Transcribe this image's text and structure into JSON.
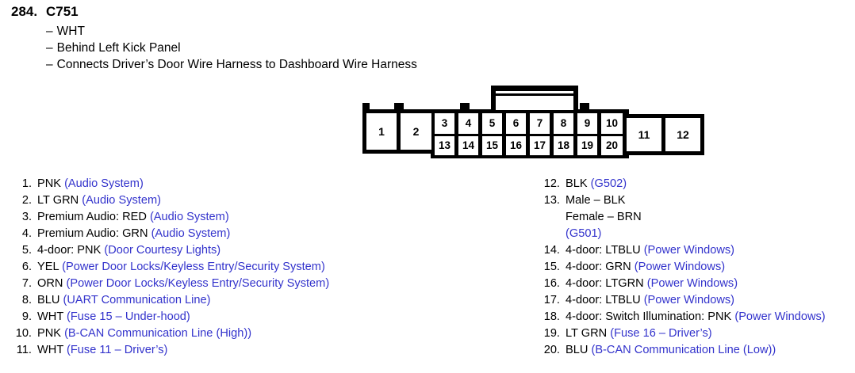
{
  "header": {
    "number": "284.",
    "title": "C751",
    "details": [
      "WHT",
      "Behind Left Kick Panel",
      "Connects Driver’s Door Wire Harness to Dashboard Wire Harness"
    ],
    "dash": "–"
  },
  "connector": {
    "top_row_labels": [
      "3",
      "4",
      "5",
      "6",
      "7",
      "8",
      "9",
      "10"
    ],
    "bottom_row_labels": [
      "13",
      "14",
      "15",
      "16",
      "17",
      "18",
      "19",
      "20"
    ],
    "left_tall_labels": [
      "1",
      "2"
    ],
    "right_tall_labels": [
      "11",
      "12"
    ]
  },
  "colors": {
    "paren_blue": "#3333cc",
    "outline_black": "#000000",
    "background": "#ffffff"
  },
  "pins_left": [
    {
      "num": "1.",
      "main": "PNK ",
      "paren": "(Audio System)"
    },
    {
      "num": "2.",
      "main": "LT GRN ",
      "paren": "(Audio System)"
    },
    {
      "num": "3.",
      "main": "Premium Audio: RED ",
      "paren": "(Audio System)"
    },
    {
      "num": "4.",
      "main": "Premium Audio: GRN ",
      "paren": "(Audio System)"
    },
    {
      "num": "5.",
      "main": "4-door: PNK ",
      "paren": "(Door Courtesy Lights)"
    },
    {
      "num": "6.",
      "main": "YEL ",
      "paren": "(Power Door Locks/Keyless Entry/Security System)"
    },
    {
      "num": "7.",
      "main": "ORN ",
      "paren": "(Power Door Locks/Keyless Entry/Security System)"
    },
    {
      "num": "8.",
      "main": "BLU ",
      "paren": "(UART Communication Line)"
    },
    {
      "num": "9.",
      "main": "WHT ",
      "paren": "(Fuse 15 – Under-hood)"
    },
    {
      "num": "10.",
      "main": "PNK ",
      "paren": "(B-CAN Communication Line (High))"
    },
    {
      "num": "11.",
      "main": "WHT ",
      "paren": "(Fuse 11 – Driver’s)"
    }
  ],
  "pins_right": [
    {
      "num": "12.",
      "main": "BLK ",
      "paren": "(G502)"
    },
    {
      "num": "13.",
      "main": "Male – BLK",
      "paren": "",
      "sub_lines": [
        "Female – BRN"
      ],
      "sub_paren": "(G501)"
    },
    {
      "num": "14.",
      "main": "4-door: LTBLU  ",
      "paren": "(Power Windows)"
    },
    {
      "num": "15.",
      "main": "4-door: GRN ",
      "paren": "(Power Windows)"
    },
    {
      "num": "16.",
      "main": "4-door: LTGRN  ",
      "paren": "(Power Windows)"
    },
    {
      "num": "17.",
      "main": "4-door: LTBLU  ",
      "paren": "(Power Windows)"
    },
    {
      "num": "18.",
      "main": "4-door: Switch Illumination: PNK ",
      "paren": "(Power Windows)"
    },
    {
      "num": "19.",
      "main": "LT GRN ",
      "paren": "(Fuse 16 – Driver’s)"
    },
    {
      "num": "20.",
      "main": "BLU ",
      "paren": "(B-CAN Communication Line (Low))"
    }
  ]
}
